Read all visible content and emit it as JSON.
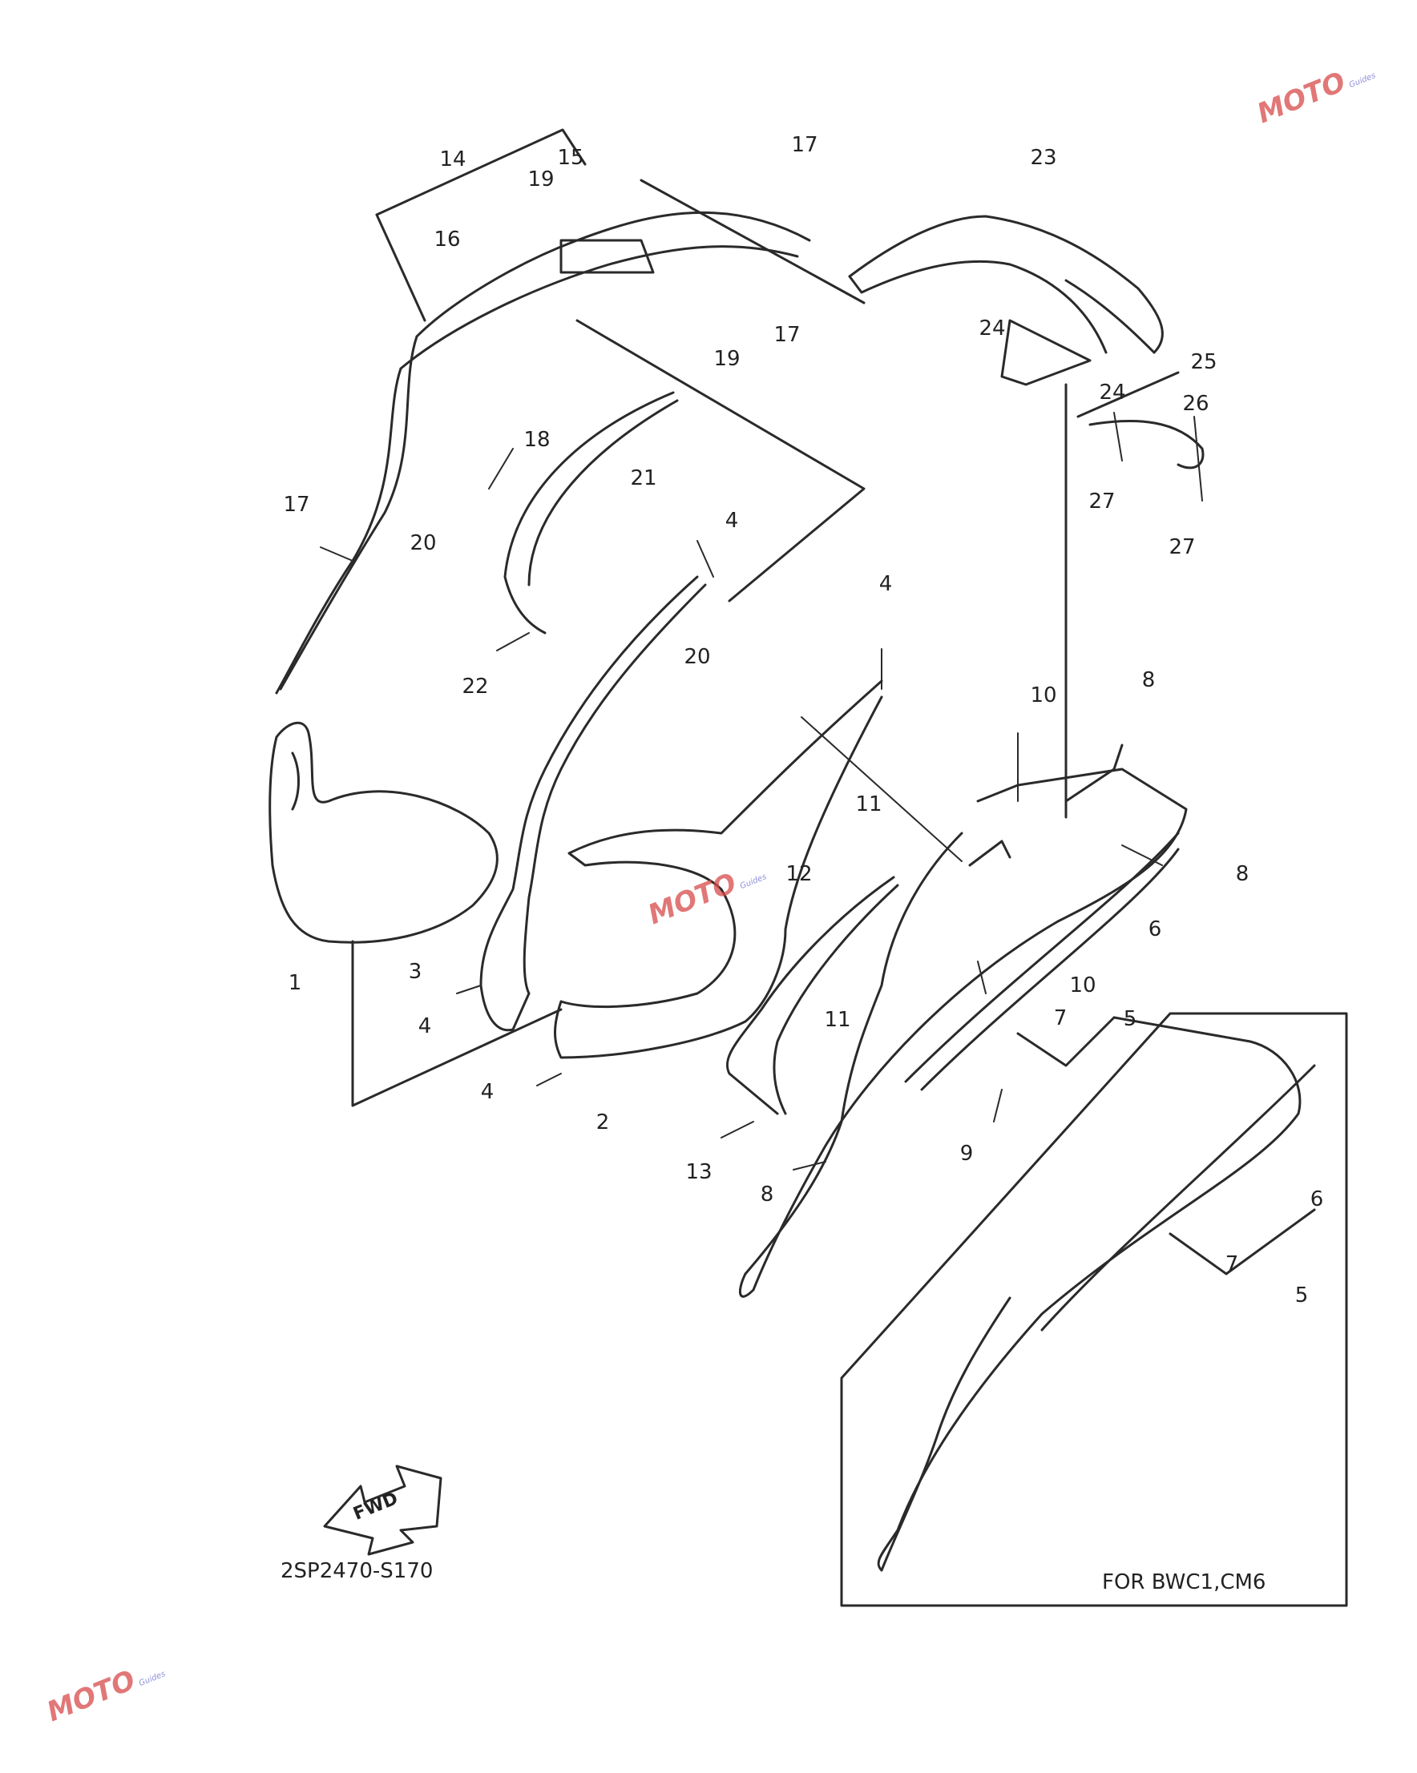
{
  "diagram": {
    "callouts": [
      {
        "id": "c14",
        "label": "14"
      },
      {
        "id": "c15",
        "label": "15"
      },
      {
        "id": "c19a",
        "label": "19"
      },
      {
        "id": "c16",
        "label": "16"
      },
      {
        "id": "c17a",
        "label": "17"
      },
      {
        "id": "c17b",
        "label": "17"
      },
      {
        "id": "c19b",
        "label": "19"
      },
      {
        "id": "c18",
        "label": "18"
      },
      {
        "id": "c21",
        "label": "21"
      },
      {
        "id": "c17c",
        "label": "17"
      },
      {
        "id": "c20a",
        "label": "20"
      },
      {
        "id": "c4a",
        "label": "4"
      },
      {
        "id": "c20b",
        "label": "20"
      },
      {
        "id": "c22",
        "label": "22"
      },
      {
        "id": "c23",
        "label": "23"
      },
      {
        "id": "c24a",
        "label": "24"
      },
      {
        "id": "c24b",
        "label": "24"
      },
      {
        "id": "c25",
        "label": "25"
      },
      {
        "id": "c26",
        "label": "26"
      },
      {
        "id": "c27a",
        "label": "27"
      },
      {
        "id": "c27b",
        "label": "27"
      },
      {
        "id": "c4b",
        "label": "4"
      },
      {
        "id": "c8a",
        "label": "8"
      },
      {
        "id": "c10a",
        "label": "10"
      },
      {
        "id": "c11a",
        "label": "11"
      },
      {
        "id": "c8b",
        "label": "8"
      },
      {
        "id": "c12",
        "label": "12"
      },
      {
        "id": "c6a",
        "label": "6"
      },
      {
        "id": "c10b",
        "label": "10"
      },
      {
        "id": "c7a",
        "label": "7"
      },
      {
        "id": "c5a",
        "label": "5"
      },
      {
        "id": "c1",
        "label": "1"
      },
      {
        "id": "c3",
        "label": "3"
      },
      {
        "id": "c4c",
        "label": "4"
      },
      {
        "id": "c4d",
        "label": "4"
      },
      {
        "id": "c2",
        "label": "2"
      },
      {
        "id": "c11b",
        "label": "11"
      },
      {
        "id": "c13",
        "label": "13"
      },
      {
        "id": "c8c",
        "label": "8"
      },
      {
        "id": "c9",
        "label": "9"
      },
      {
        "id": "c6b",
        "label": "6"
      },
      {
        "id": "c7b",
        "label": "7"
      },
      {
        "id": "c5b",
        "label": "5"
      }
    ],
    "fwd_arrow_text": "FWD",
    "drawing_code": "2SP2470-S170",
    "variant_note": "FOR BWC1,CM6",
    "watermark": {
      "mark": "MOTO",
      "sub": "Guides"
    }
  },
  "colors": {
    "line": "#2a2a2a",
    "background": "#ffffff",
    "watermark": "#d84a4a"
  }
}
